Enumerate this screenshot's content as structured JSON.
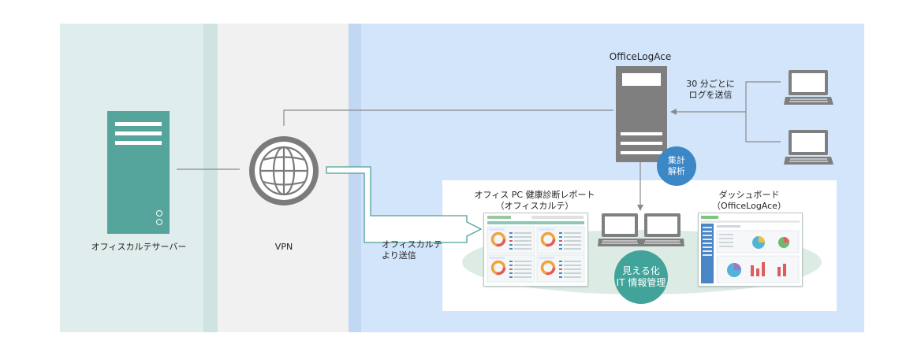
{
  "labels": {
    "server": "オフィスカルテサーバー",
    "vpn": "VPN",
    "officelogace": "OfficeLogAce",
    "send_line1": "30 分ごとに",
    "send_line2": "ログを送信",
    "from_karte_line1": "オフィスカルテ",
    "from_karte_line2": "より送信",
    "report_line1": "オフィス PC 健康診断レポート",
    "report_line2": "（オフィスカルテ）",
    "dashboard_line1": "ダッシュボード",
    "dashboard_line2": "（OfficeLogAce）"
  },
  "badges": {
    "analysis_line1": "集計",
    "analysis_line2": "解析",
    "visual_line1": "見える化",
    "visual_line2": "IT 情報管理"
  },
  "icons": {
    "server": "server-icon",
    "globe": "globe-icon",
    "laptop": "laptop-icon",
    "report_doc": "report-document-icon",
    "dashboard_doc": "dashboard-screen-icon"
  },
  "colors": {
    "server_zone": "#dfeeed",
    "vpn_zone": "#f1f1f1",
    "office_zone": "#d3e5fb",
    "teal_server": "#55a59c",
    "grey_server": "#7f7f7f",
    "analysis_badge": "#3c87c6",
    "visual_badge": "#42a39a",
    "arrow_teal": "#4ea09a"
  }
}
